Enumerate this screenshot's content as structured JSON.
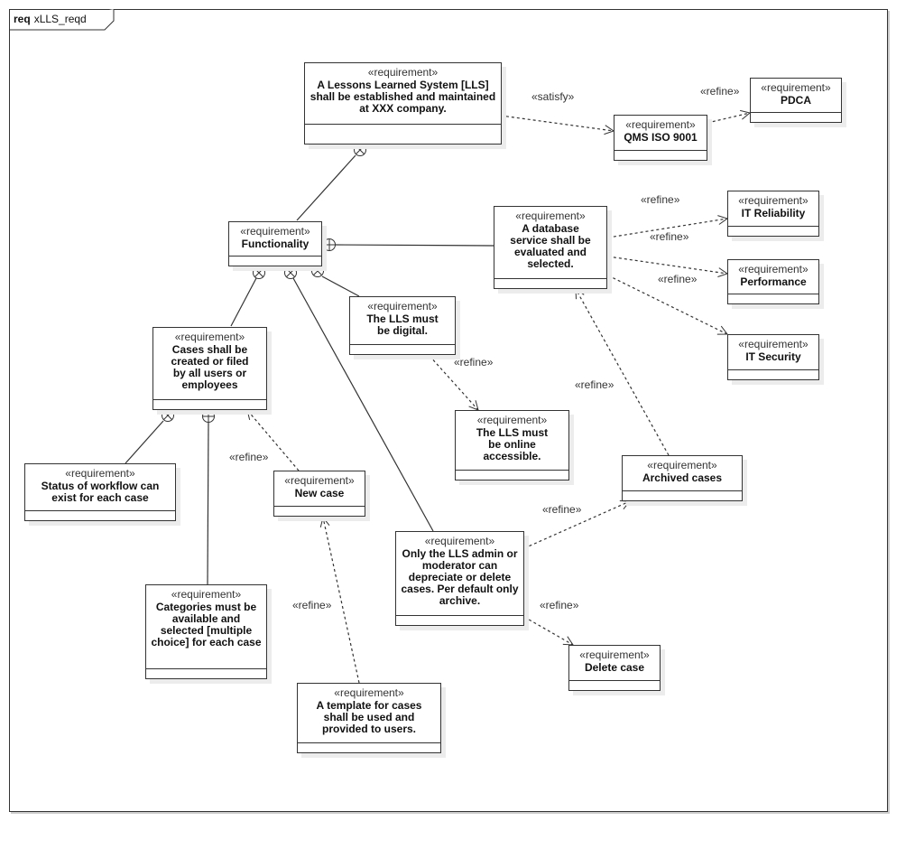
{
  "frame": {
    "kind": "req",
    "name": "xLLS_reqd"
  },
  "stereotype": "«requirement»",
  "requirements": [
    {
      "id": "lls",
      "name": "A Lessons Learned System [LLS] shall be established and maintained at XXX company."
    },
    {
      "id": "qms",
      "name": "QMS ISO 9001"
    },
    {
      "id": "pdca",
      "name": "PDCA"
    },
    {
      "id": "func",
      "name": "Functionality"
    },
    {
      "id": "db",
      "name": "A database service shall be evaluated and selected."
    },
    {
      "id": "itrel",
      "name": "IT Reliability"
    },
    {
      "id": "perf",
      "name": "Performance"
    },
    {
      "id": "itsec",
      "name": "IT Security"
    },
    {
      "id": "cases",
      "name": "Cases shall be created or filed by all users or employees"
    },
    {
      "id": "digital",
      "name": "The LLS must be digital."
    },
    {
      "id": "online",
      "name": "The LLS must be online accessible."
    },
    {
      "id": "status",
      "name": "Status of workflow can exist for each case"
    },
    {
      "id": "newcase",
      "name": "New case"
    },
    {
      "id": "archived",
      "name": "Archived cases"
    },
    {
      "id": "admin",
      "name": "Only the LLS admin or moderator can depreciate or delete cases. Per default only archive."
    },
    {
      "id": "categories",
      "name": "Categories must be available and selected [multiple choice] for each case"
    },
    {
      "id": "template",
      "name": "A template for cases shall be used and provided to users."
    },
    {
      "id": "delete",
      "name": "Delete case"
    }
  ],
  "relation_labels": {
    "satisfy": "«satisfy»",
    "refine": "«refine»"
  },
  "relationships": [
    {
      "type": "containment",
      "from": "lls",
      "to": "func"
    },
    {
      "type": "containment",
      "from": "func",
      "to": "db"
    },
    {
      "type": "containment",
      "from": "func",
      "to": "cases"
    },
    {
      "type": "containment",
      "from": "func",
      "to": "admin"
    },
    {
      "type": "containment",
      "from": "func",
      "to": "digital"
    },
    {
      "type": "containment",
      "from": "cases",
      "to": "status"
    },
    {
      "type": "containment",
      "from": "cases",
      "to": "categories"
    },
    {
      "type": "satisfy",
      "from": "lls",
      "to": "qms"
    },
    {
      "type": "refine",
      "from": "qms",
      "to": "pdca"
    },
    {
      "type": "refine",
      "from": "db",
      "to": "itrel"
    },
    {
      "type": "refine",
      "from": "db",
      "to": "perf"
    },
    {
      "type": "refine",
      "from": "db",
      "to": "itsec"
    },
    {
      "type": "refine",
      "from": "digital",
      "to": "online"
    },
    {
      "type": "refine",
      "from": "newcase",
      "to": "cases"
    },
    {
      "type": "refine",
      "from": "template",
      "to": "newcase"
    },
    {
      "type": "refine",
      "from": "archived",
      "to": "db"
    },
    {
      "type": "refine",
      "from": "admin",
      "to": "archived"
    },
    {
      "type": "refine",
      "from": "admin",
      "to": "delete"
    }
  ]
}
